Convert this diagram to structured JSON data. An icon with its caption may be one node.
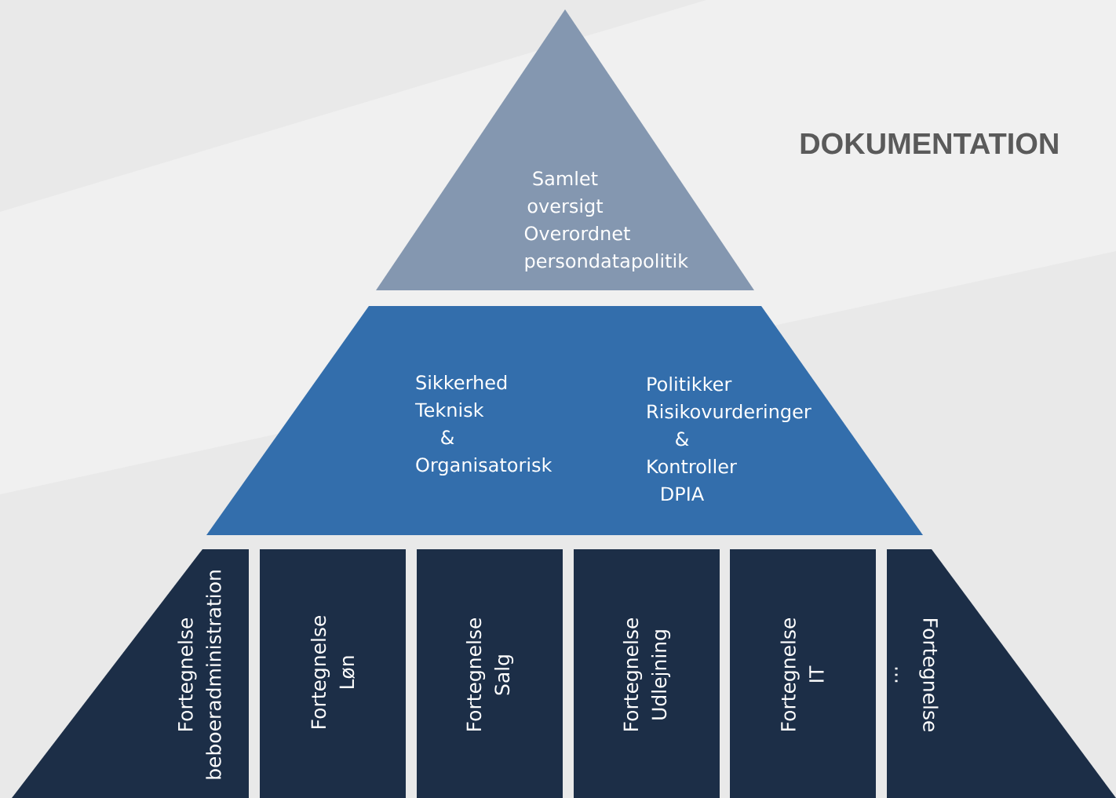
{
  "diagram": {
    "title": "DOKUMENTATION",
    "nodes": [
      {
        "text": [
          "Samlet oversigt",
          "Overordnet persondatapolitik"
        ]
      },
      {
        "text": [
          "Sikkerhed",
          "Teknisk & Organisatorisk",
          "Politikker",
          "Risikovurderinger & Kontroller",
          "DPIA"
        ]
      },
      {
        "text": [
          "Fortegnelse",
          "beboeradministration"
        ]
      },
      {
        "text": [
          "Fortegnelse",
          "Løn"
        ]
      },
      {
        "text": [
          "Fortegnelse",
          "Salg"
        ]
      },
      {
        "text": [
          "Fortegnelse",
          "Udlejning"
        ]
      },
      {
        "text": [
          "Fortegnelse",
          "IT"
        ]
      },
      {
        "text": [
          "Fortegnelse",
          "..."
        ]
      }
    ]
  }
}
